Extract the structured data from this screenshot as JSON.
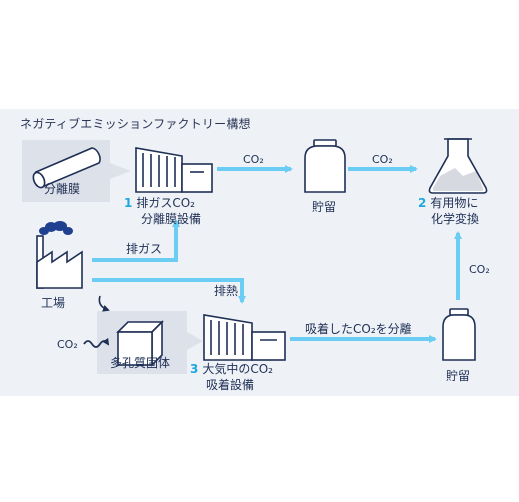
{
  "title": "ネガティブエミッションファクトリー構想",
  "labels": {
    "membrane": "分離膜",
    "factory": "工場",
    "porous": "多孔質固体",
    "storage_top": "貯留",
    "storage_bottom": "貯留",
    "unit1_num": "1",
    "unit1_line1": "排ガスCO₂",
    "unit1_line2": "分離膜設備",
    "unit2_num": "2",
    "unit2_line1": "有用物に",
    "unit2_line2": "化学変換",
    "unit3_num": "3",
    "unit3_line1": "大気中のCO₂",
    "unit3_line2": "吸着設備",
    "arrow_exhaust": "排ガス",
    "arrow_heat": "排熱",
    "arrow_co2_a": "CO₂",
    "arrow_co2_b": "CO₂",
    "arrow_co2_up": "CO₂",
    "arrow_adsorb": "吸着したCO₂を分離",
    "air_co2": "CO₂"
  },
  "colors": {
    "arrow": "#6ccdf4",
    "accent_number": "#1ea7e0",
    "icon_stroke": "#1f2f55",
    "panel_bg": "#eef2f7",
    "box_bg": "#dde2ea",
    "cloud": "#1f3f8f"
  }
}
